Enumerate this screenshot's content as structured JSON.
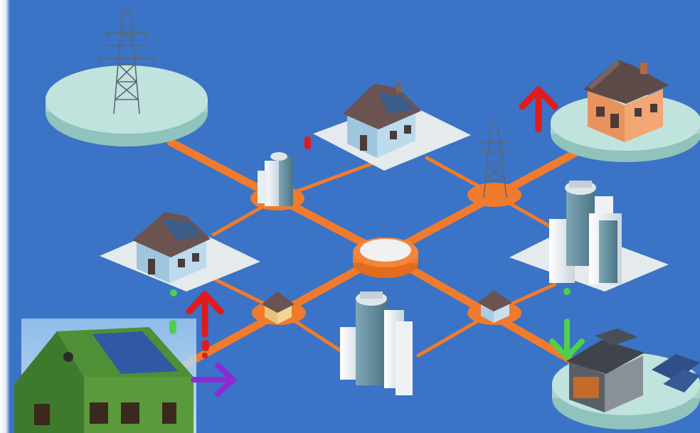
{
  "diagram": {
    "colors": {
      "background": "#3b73c6",
      "grid_line": "#f07b2c",
      "hub_top": "#f2f2f2",
      "platform": "#bfe3df",
      "arrow_up": "#e11b1b",
      "arrow_down": "#4ed14a",
      "arrow_right": "#8a2bd6"
    },
    "nodes": [
      {
        "name": "transmission-tower-island",
        "icon": "power-pylon-icon"
      },
      {
        "name": "residential-house-island",
        "icon": "house-icon"
      },
      {
        "name": "solar-house-top",
        "icon": "solar-house-icon"
      },
      {
        "name": "solar-house-left",
        "icon": "solar-house-icon"
      },
      {
        "name": "office-tower-right",
        "icon": "office-building-icon"
      },
      {
        "name": "office-tower-center",
        "icon": "office-building-icon"
      },
      {
        "name": "factory-island",
        "icon": "factory-icon"
      },
      {
        "name": "green-roof-house",
        "icon": "green-solar-house-icon"
      },
      {
        "name": "central-hub",
        "icon": "hub-icon"
      }
    ],
    "flows": [
      {
        "name": "export-arrow",
        "direction": "up",
        "color": "red"
      },
      {
        "name": "import-arrow",
        "direction": "down",
        "color": "green"
      },
      {
        "name": "supply-arrow",
        "direction": "right",
        "color": "purple"
      }
    ]
  }
}
